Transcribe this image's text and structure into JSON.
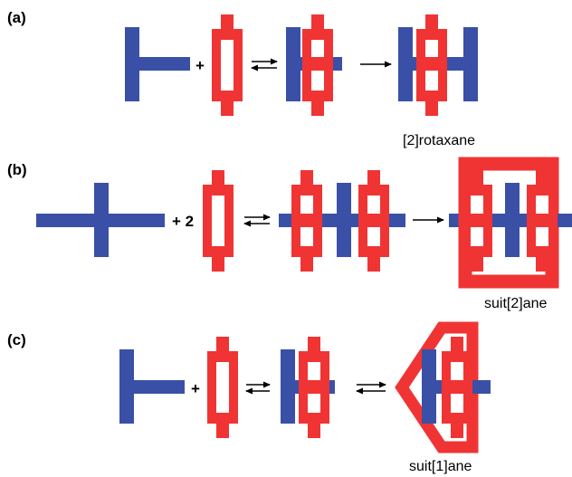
{
  "colors": {
    "axle": "#3a50a6",
    "ring": "#f03434",
    "arrow": "#000000"
  },
  "panels": [
    {
      "label": "(a)",
      "operator": "+",
      "product_name": "[2]rotaxane"
    },
    {
      "label": "(b)",
      "operator": "+ 2",
      "product_name": "suit[2]ane"
    },
    {
      "label": "(c)",
      "operator": "+",
      "product_name": "suit[1]ane"
    }
  ]
}
